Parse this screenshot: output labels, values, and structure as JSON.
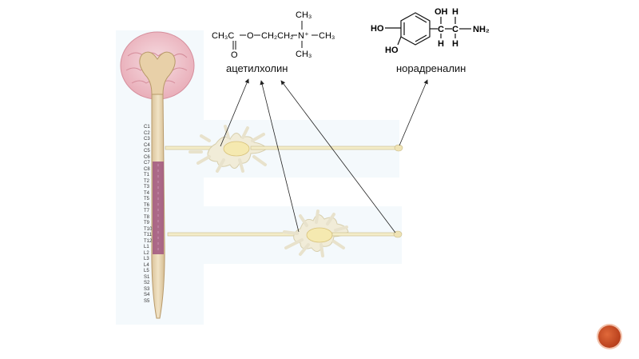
{
  "labels": {
    "acetylcholine": "ацетилхолин",
    "noradrenaline": "норадреналин"
  },
  "acetylcholine_formula": {
    "left": "CH₃C",
    "o_bridge": "O",
    "chain": "CH₂CH₂",
    "n": "N⁺",
    "methyl_top": "CH₃",
    "methyl_right": "CH₃",
    "methyl_bottom": "CH₃",
    "carbonyl_o": "O"
  },
  "noradrenaline_formula": {
    "ho_top": "HO",
    "ho_bottom": "HO",
    "oh": "OH",
    "h_top": "H",
    "nh2": "NH₂",
    "c1": "C",
    "c2": "C",
    "h_bottom1": "H",
    "h_bottom2": "H"
  },
  "spinal_segments": [
    "C1",
    "C2",
    "C3",
    "C4",
    "C5",
    "C6",
    "C7",
    "C8",
    "T1",
    "T2",
    "T3",
    "T4",
    "T5",
    "T6",
    "T7",
    "T8",
    "T9",
    "T10",
    "T11",
    "T12",
    "L1",
    "L2",
    "L3",
    "L4",
    "L5",
    "S1",
    "S2",
    "S3",
    "S4",
    "S5"
  ],
  "colors": {
    "brain": "#f2c7cf",
    "cord": "#ead8b8",
    "thoracolumbar": "#a0557f",
    "axon": "#f3ecc8",
    "soma": "#f5e9b0",
    "accent_button": "#c8502a"
  },
  "icons": {
    "nav_button": "next-slide-circle-icon"
  }
}
